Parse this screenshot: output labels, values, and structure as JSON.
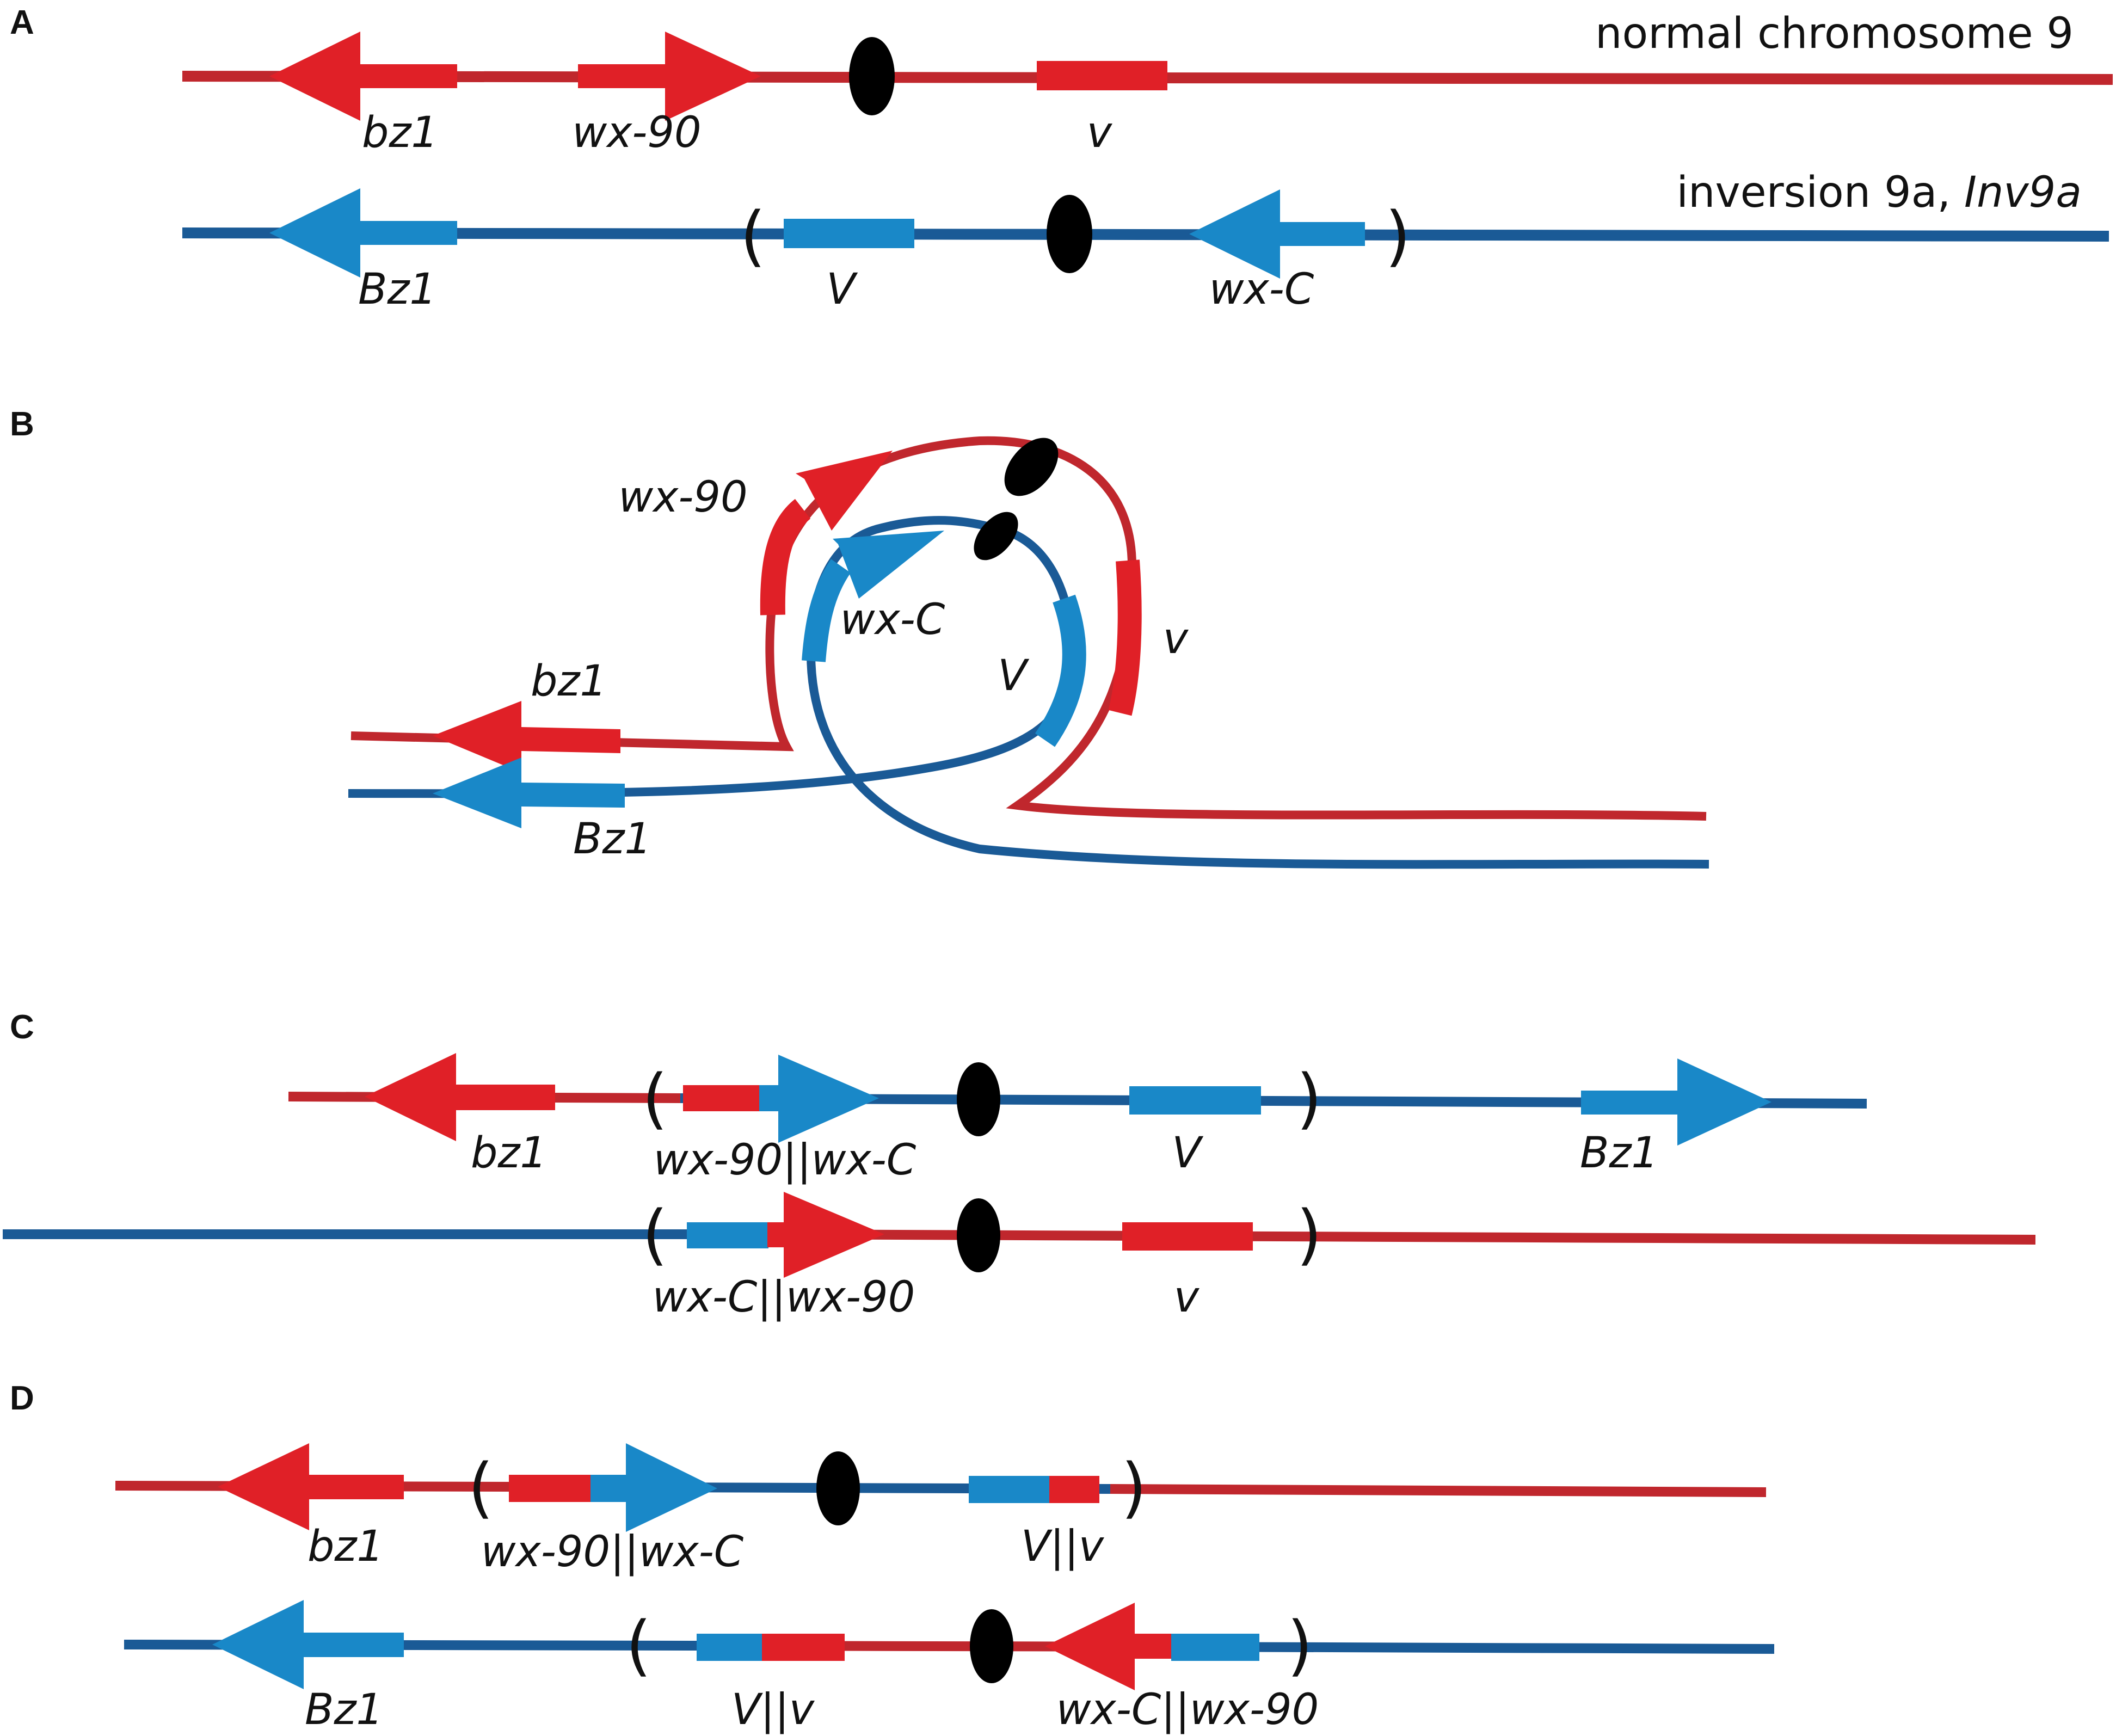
{
  "colors": {
    "normal": "#c0272d",
    "normal_gene": "#e02027",
    "inversion": "#1a5a96",
    "inversion_gene": "#1988c8",
    "centromere": "#000000"
  },
  "panels": {
    "A": {
      "label": "A",
      "normal_title": "normal chromosome 9",
      "inversion_title_plain": "inversion 9a, ",
      "inversion_title_italic": "Inv9a",
      "genes_normal": [
        "bz1",
        "wx-90",
        "v"
      ],
      "genes_inversion": [
        "Bz1",
        "V",
        "wx-C"
      ],
      "paren_open": "(",
      "paren_close": ")"
    },
    "B": {
      "label": "B",
      "genes": {
        "wx90": "wx-90",
        "wxC": "wx-C",
        "v": "v",
        "V": "V",
        "bz1": "bz1",
        "Bz1": "Bz1"
      }
    },
    "C": {
      "label": "C",
      "top_genes": [
        "bz1",
        "wx-90||wx-C",
        "V",
        "Bz1"
      ],
      "bottom_genes": [
        "wx-C||wx-90",
        "v"
      ],
      "paren_open": "(",
      "paren_close": ")"
    },
    "D": {
      "label": "D",
      "top_genes": [
        "bz1",
        "wx-90||wx-C",
        "V||v"
      ],
      "bottom_genes": [
        "Bz1",
        "V||v",
        "wx-C||wx-90"
      ],
      "paren_open": "(",
      "paren_close": ")"
    }
  }
}
